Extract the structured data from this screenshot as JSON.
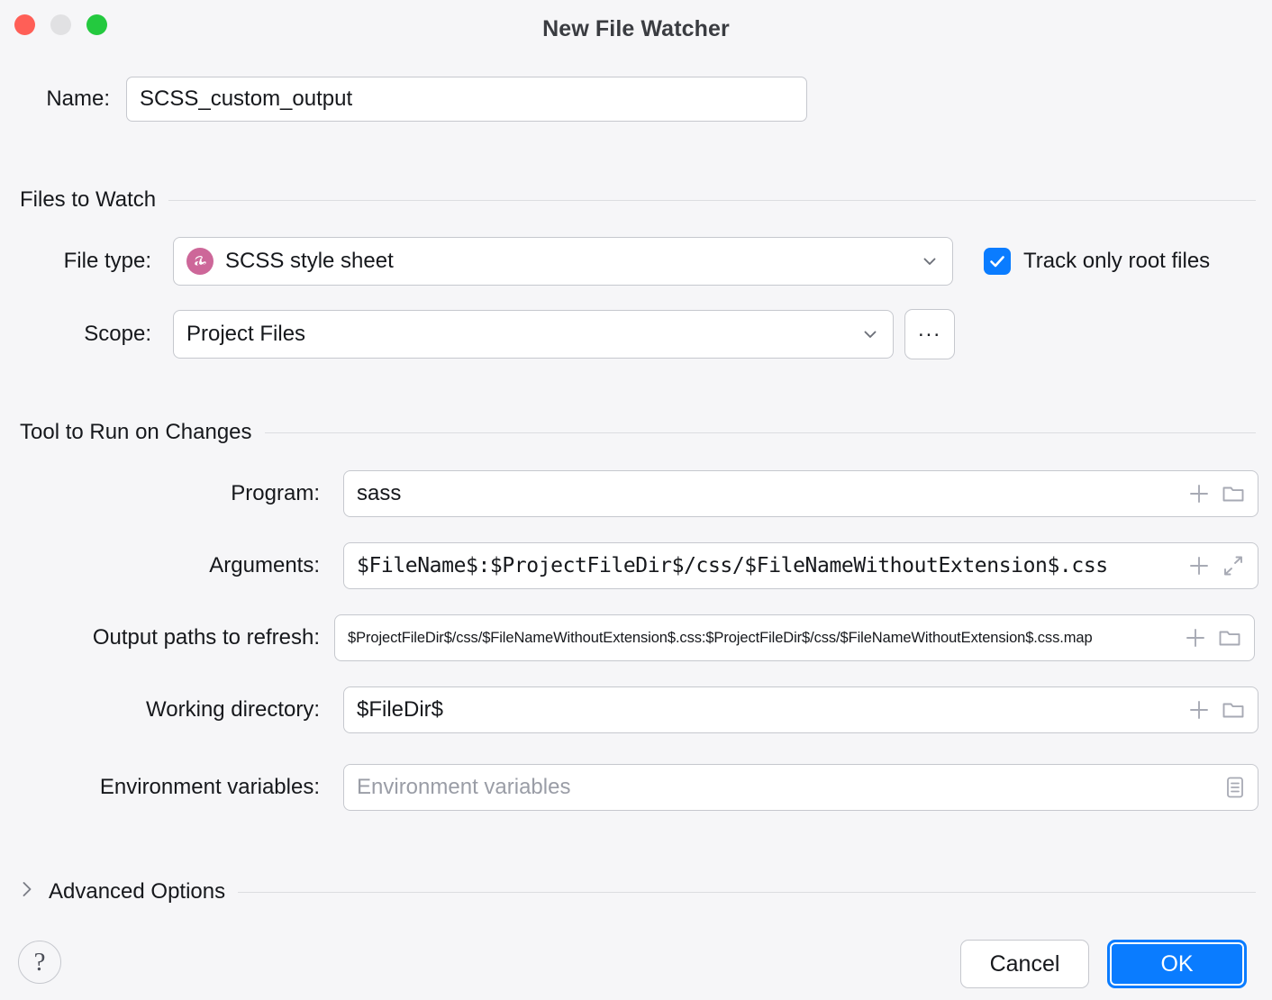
{
  "window": {
    "title": "New File Watcher",
    "traffic_lights": [
      "close-red",
      "minimize-gray",
      "zoom-green"
    ]
  },
  "name_row": {
    "label": "Name:",
    "value": "SCSS_custom_output"
  },
  "files_to_watch": {
    "section_title": "Files to Watch",
    "file_type": {
      "label": "File type:",
      "value": "SCSS style sheet",
      "icon": "scss-logo-icon",
      "icon_color": "#cd6799"
    },
    "track_only_root_files": {
      "label": "Track only root files",
      "checked": true,
      "accent_color": "#0a7cff"
    },
    "scope": {
      "label": "Scope:",
      "value": "Project Files",
      "browse_label": "..."
    }
  },
  "tool_to_run": {
    "section_title": "Tool to Run on Changes",
    "program": {
      "label": "Program:",
      "value": "sass"
    },
    "arguments": {
      "label": "Arguments:",
      "value": "$FileName$:$ProjectFileDir$/css/$FileNameWithoutExtension$.css"
    },
    "output_paths": {
      "label": "Output paths to refresh:",
      "value": "$ProjectFileDir$/css/$FileNameWithoutExtension$.css:$ProjectFileDir$/css/$FileNameWithoutExtension$.css.map"
    },
    "working_directory": {
      "label": "Working directory:",
      "value": "$FileDir$"
    },
    "environment_variables": {
      "label": "Environment variables:",
      "value": "",
      "placeholder": "Environment variables"
    }
  },
  "advanced_options": {
    "section_title": "Advanced Options",
    "expanded": false
  },
  "footer": {
    "help_label": "?",
    "cancel_label": "Cancel",
    "ok_label": "OK",
    "ok_color": "#0a7cff"
  }
}
